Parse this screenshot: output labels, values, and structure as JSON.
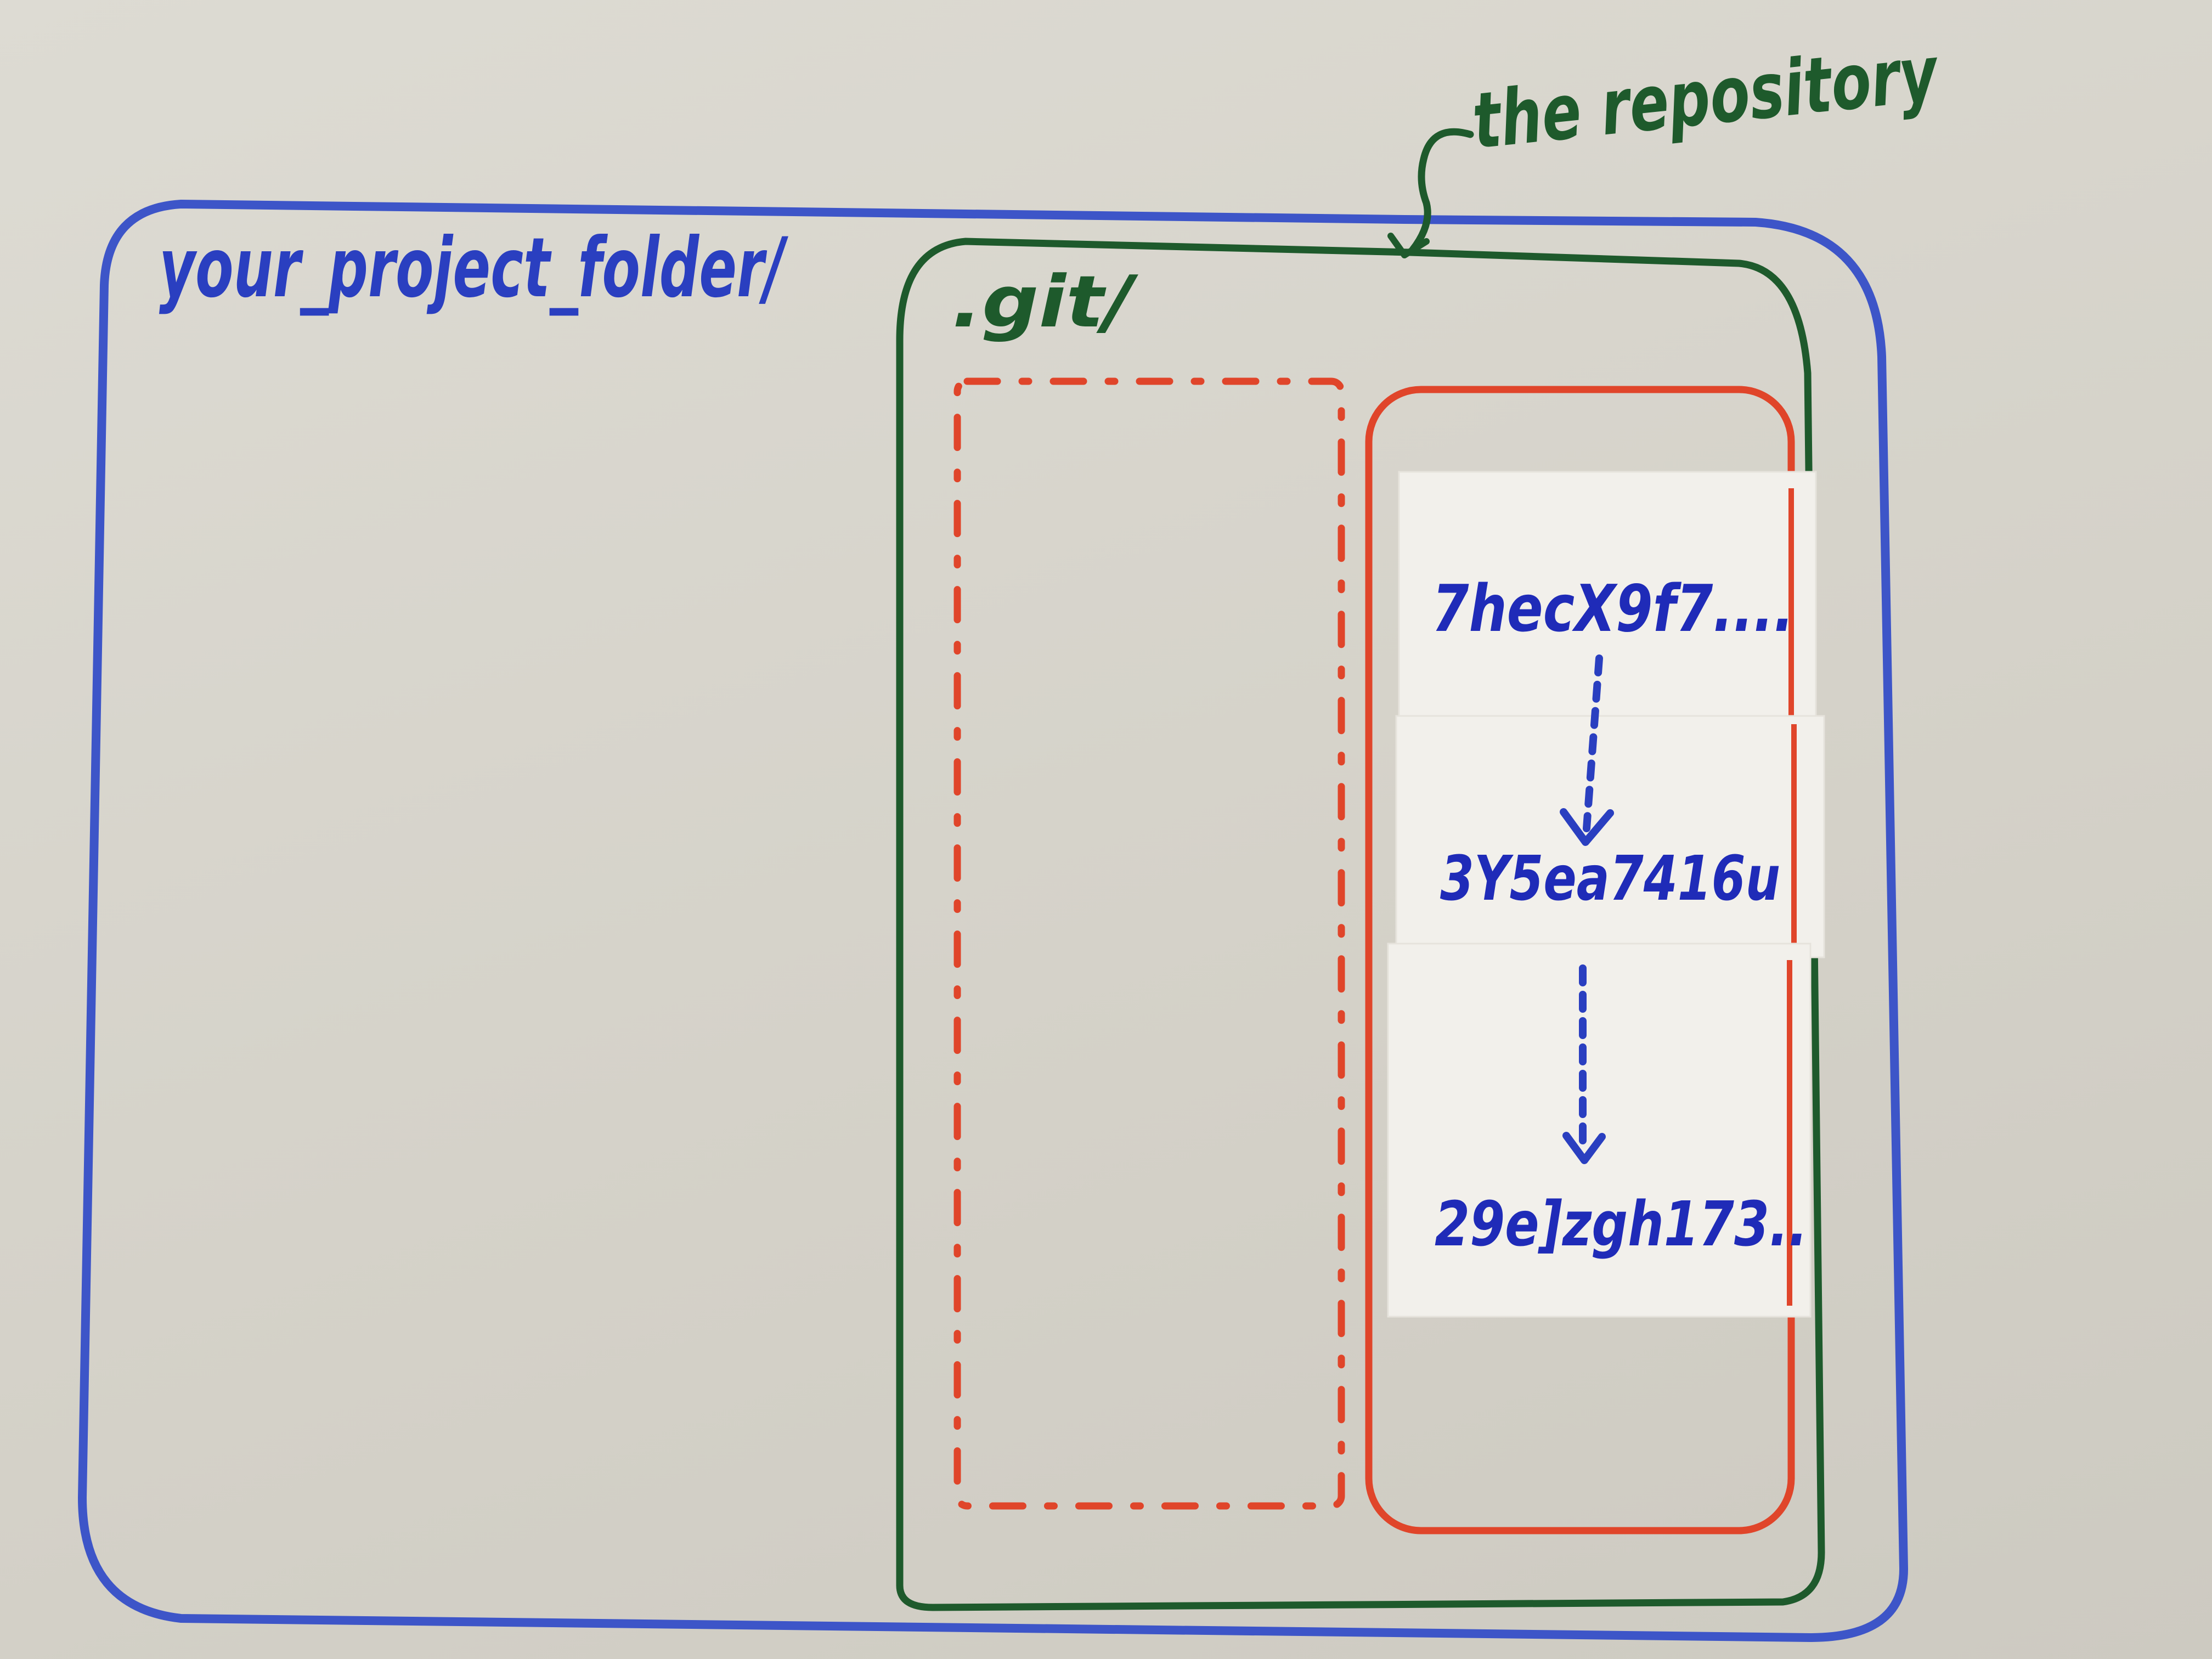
{
  "folder_label": "your_project_folder/",
  "git_label": ".git/",
  "repository_label": "the repository",
  "commits": [
    {
      "hash": "7hecX9f7...."
    },
    {
      "hash": "3Y5ea7416u"
    },
    {
      "hash": "29e]zgh173.."
    }
  ],
  "colors": {
    "folder_outline": "#3d55c8",
    "git_outline": "#1e5a2c",
    "staging_outline": "#e0452a",
    "repo_outline": "#e0452a",
    "commit_text": "#1f2bb8",
    "paper": "#f2f0eb"
  }
}
